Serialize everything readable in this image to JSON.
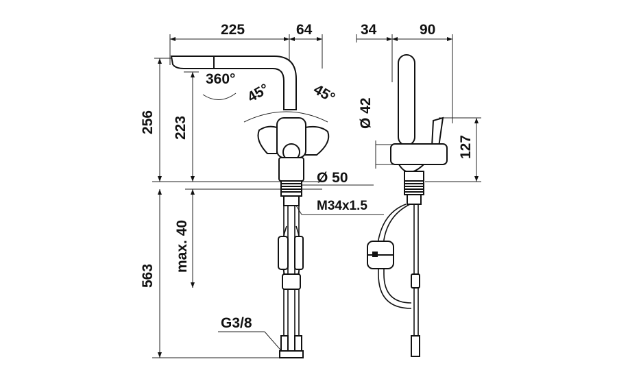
{
  "dimensions": {
    "spout_reach": "225",
    "spout_offset": "64",
    "side_offset": "34",
    "side_depth": "90",
    "swivel_angle": "360°",
    "lever_angle_left": "45°",
    "lever_angle_right": "45°",
    "total_height": "256",
    "outlet_height": "223",
    "spout_diameter": "Ø 42",
    "handle_height": "127",
    "base_diameter": "Ø 50",
    "thread": "M34x1.5",
    "max_deck_thickness": "max. 40",
    "hose_length": "563",
    "connection": "G3/8"
  },
  "colors": {
    "line": "#111111",
    "background": "#ffffff"
  }
}
